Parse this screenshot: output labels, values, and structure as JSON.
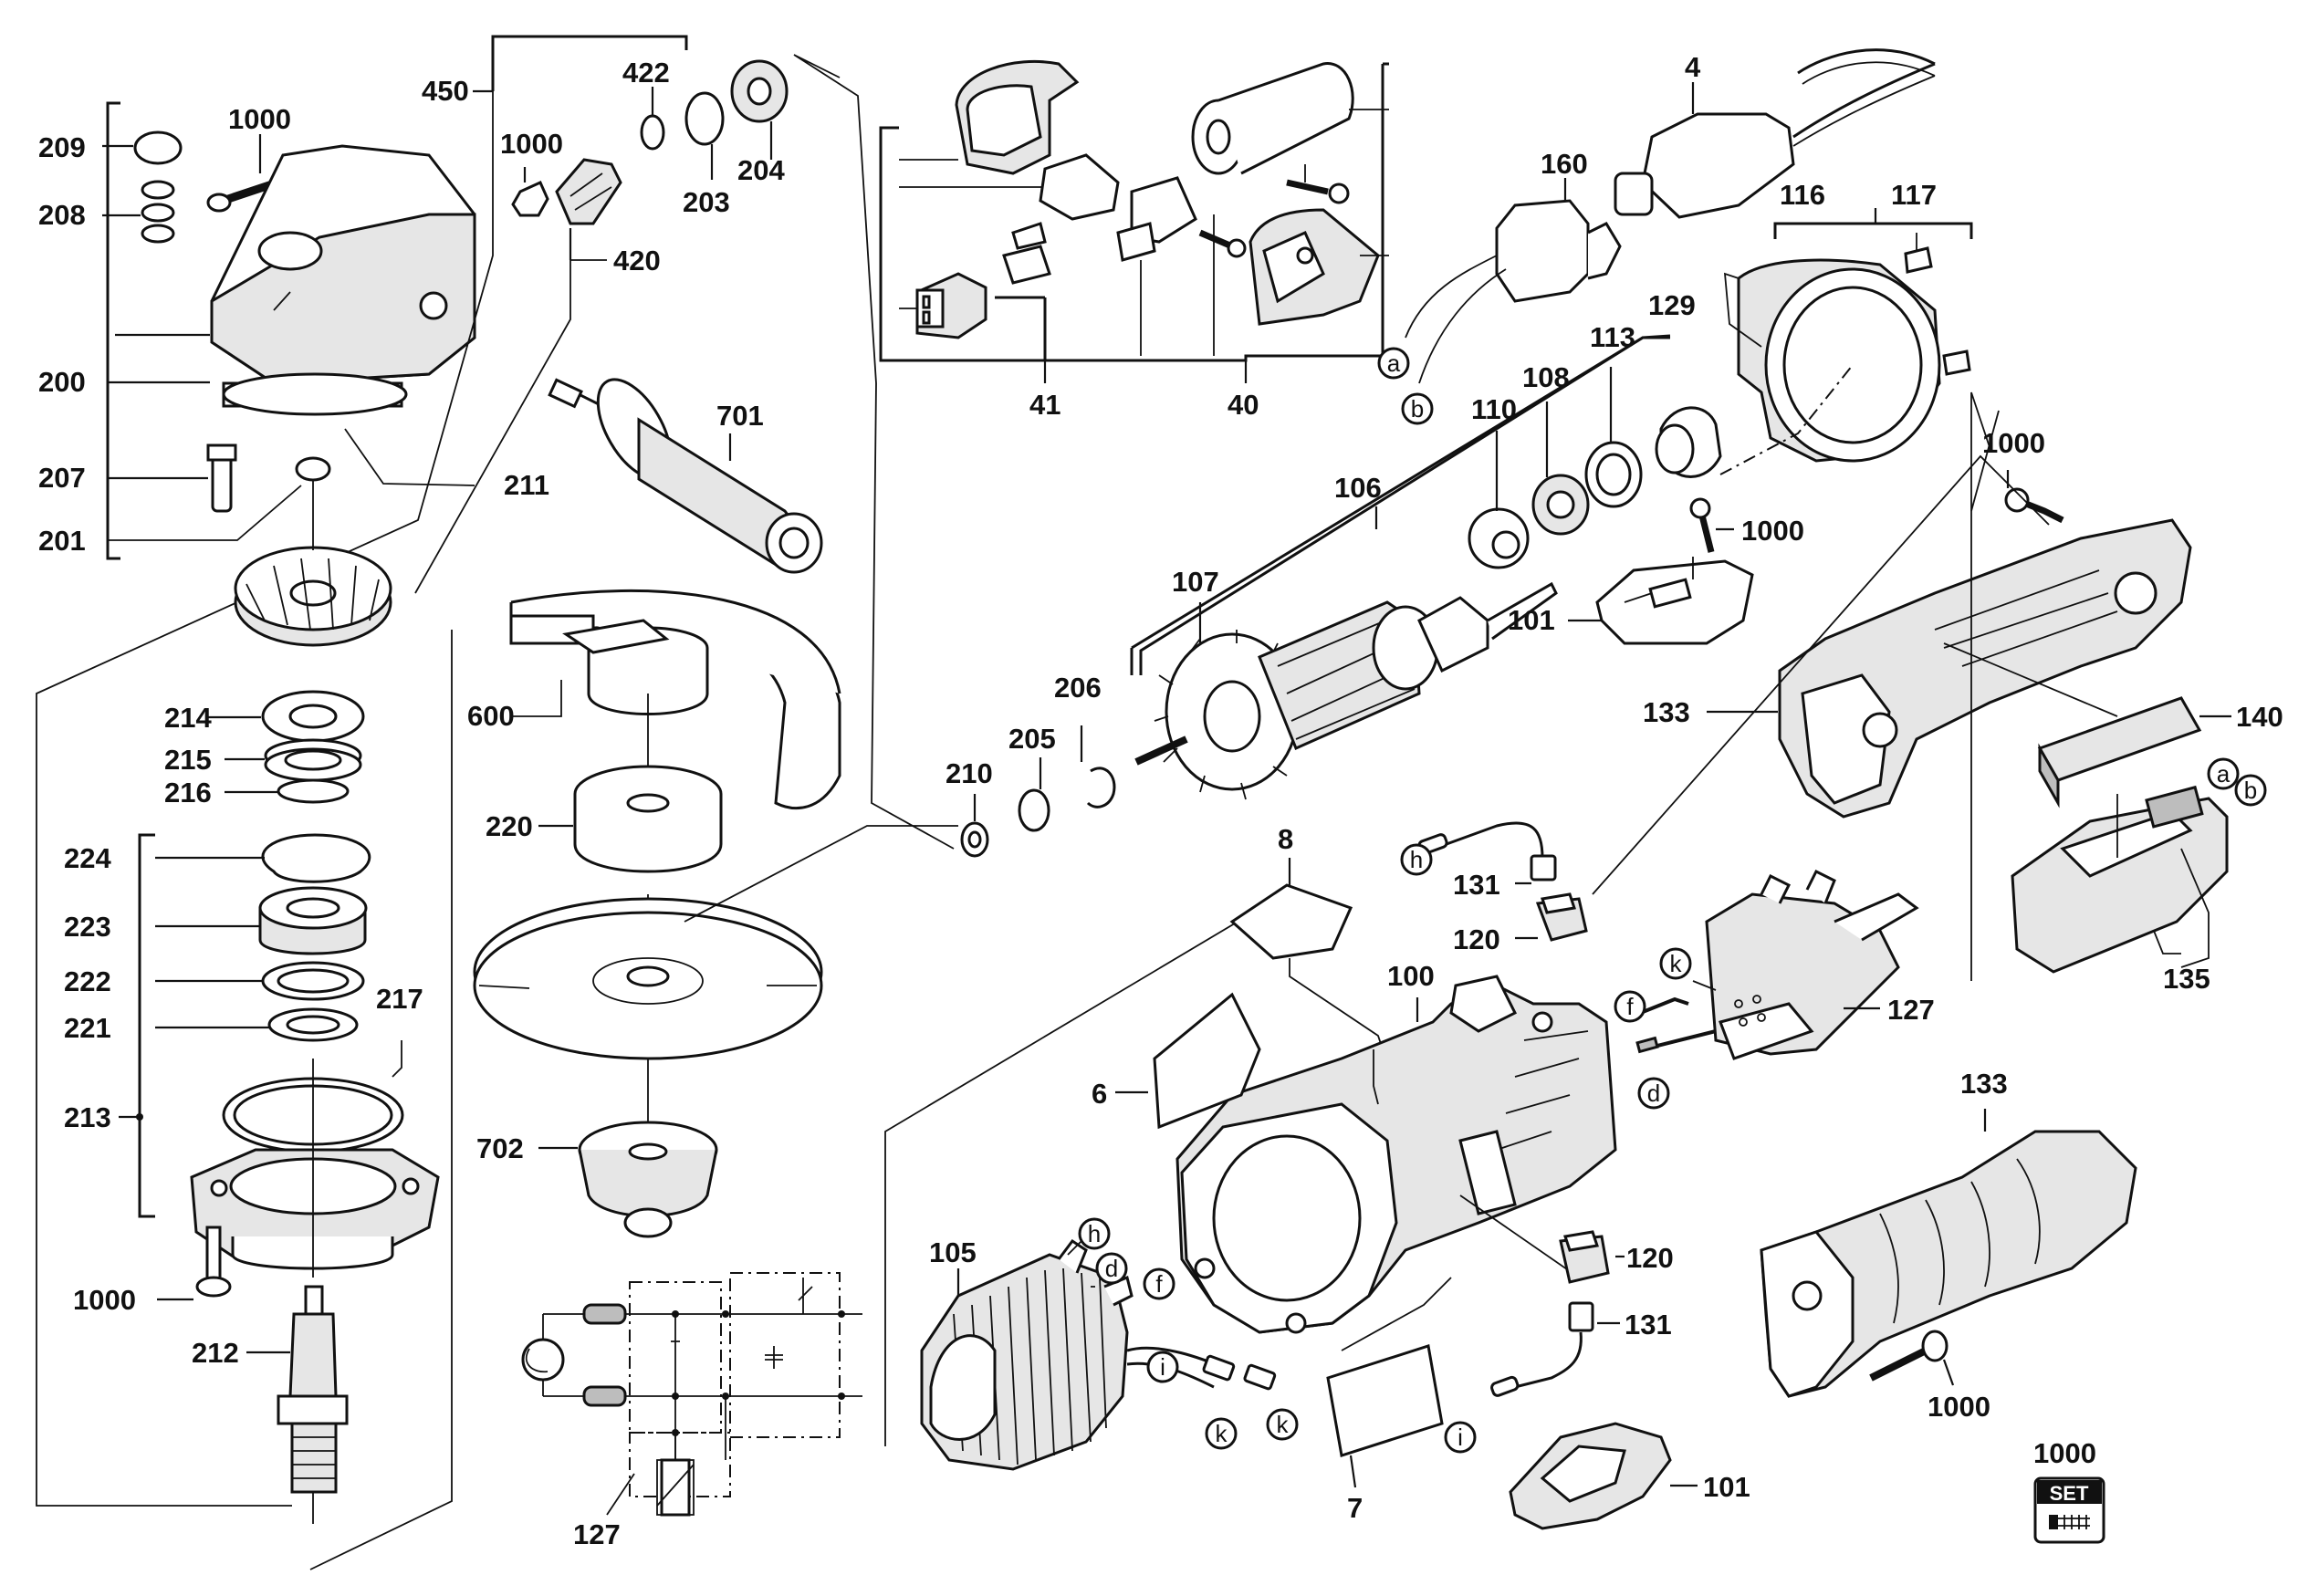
{
  "labels": {
    "l209": "209",
    "l208": "208",
    "l200": "200",
    "l207": "207",
    "l201": "201",
    "l1000_cap": "1000",
    "l450": "450",
    "l422": "422",
    "l204": "204",
    "l203": "203",
    "l1000_nut": "1000",
    "l420": "420",
    "l211": "211",
    "l701": "701",
    "l214": "214",
    "l215": "215",
    "l216": "216",
    "l224": "224",
    "l223": "223",
    "l222": "222",
    "l221": "221",
    "l217": "217",
    "l213": "213",
    "l1000_flange": "1000",
    "l212": "212",
    "l600": "600",
    "l220": "220",
    "l702": "702",
    "l41": "41",
    "l40": "40",
    "l4": "4",
    "l160": "160",
    "l116": "116",
    "l117": "117",
    "l129": "129",
    "l113": "113",
    "l108": "108",
    "l110": "110",
    "l106": "106",
    "l107": "107",
    "l1000_arm": "1000",
    "l101_top": "101",
    "l1000_handle": "1000",
    "l133_top": "133",
    "l140": "140",
    "l135": "135",
    "l206": "206",
    "l205": "205",
    "l210": "210",
    "l8": "8",
    "l131_top": "131",
    "l120_top": "120",
    "l100": "100",
    "l127_sw": "127",
    "l6": "6",
    "l105": "105",
    "l120_bot": "120",
    "l131_bot": "131",
    "l7": "7",
    "l101_bot": "101",
    "l133_bot": "133",
    "l1000_grip": "1000",
    "l127_circ": "127",
    "l1000_set": "1000",
    "set_text": "SET"
  },
  "circle_labels": {
    "a_top": "a",
    "b_top": "b",
    "a_sw": "a",
    "b_sw": "b",
    "h_top": "h",
    "k_sw": "k",
    "f_sw": "f",
    "d_sw": "d",
    "h_stator": "h",
    "d_stator": "d",
    "f_stator": "f",
    "i_stator": "i",
    "k_left": "k",
    "k_right": "k",
    "i_bot": "i"
  }
}
